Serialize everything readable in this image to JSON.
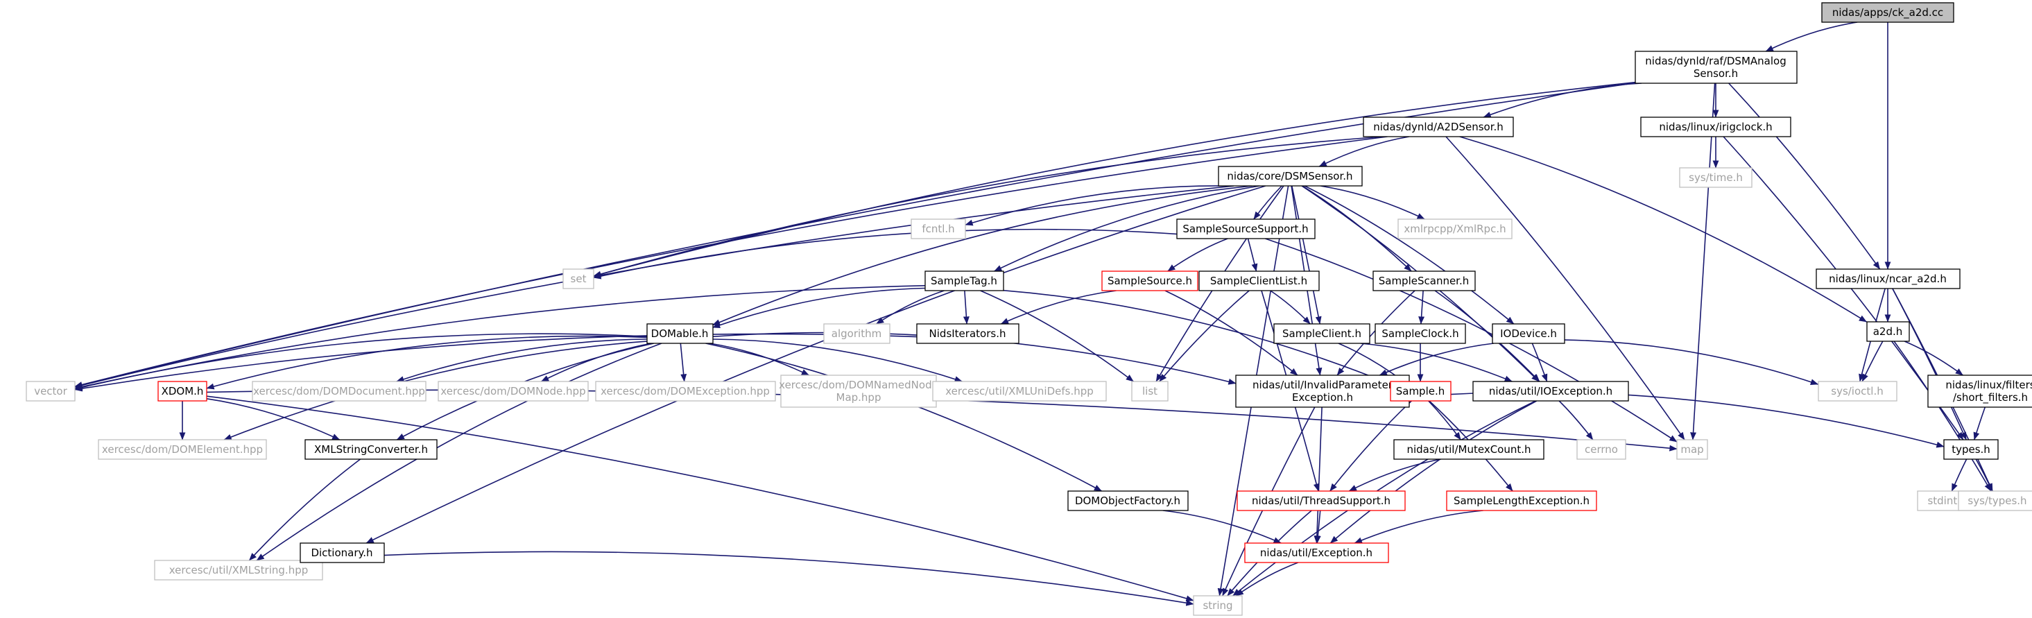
{
  "diagram": {
    "title": "",
    "colors": {
      "edge": "#191970",
      "box_normal": "#000000",
      "box_missing": "#bfbfbf",
      "box_red": "#ff0000",
      "root_fill": "#bfbfbf",
      "text_gray": "#a0a0a0"
    },
    "nodes": [
      {
        "id": "root",
        "lines": [
          "nidas/apps/ck_a2d.cc"
        ],
        "style": "root"
      },
      {
        "id": "dsmanalog",
        "lines": [
          "nidas/dynld/raf/DSMAnalog",
          "Sensor.h"
        ],
        "style": "normal"
      },
      {
        "id": "irigclock",
        "lines": [
          "nidas/linux/irigclock.h"
        ],
        "style": "normal"
      },
      {
        "id": "ncar_a2d",
        "lines": [
          "nidas/linux/ncar_a2d.h"
        ],
        "style": "normal"
      },
      {
        "id": "a2dsensor",
        "lines": [
          "nidas/dynld/A2DSensor.h"
        ],
        "style": "normal"
      },
      {
        "id": "systime",
        "lines": [
          "sys/time.h"
        ],
        "style": "missing"
      },
      {
        "id": "dsmsensor",
        "lines": [
          "nidas/core/DSMSensor.h"
        ],
        "style": "normal"
      },
      {
        "id": "fcntl",
        "lines": [
          "fcntl.h"
        ],
        "style": "missing"
      },
      {
        "id": "xmlrpc",
        "lines": [
          "xmlrpcpp/XmlRpc.h"
        ],
        "style": "missing"
      },
      {
        "id": "sss",
        "lines": [
          "SampleSourceSupport.h"
        ],
        "style": "normal"
      },
      {
        "id": "set",
        "lines": [
          "set"
        ],
        "style": "missing"
      },
      {
        "id": "a2dh",
        "lines": [
          "a2d.h"
        ],
        "style": "normal"
      },
      {
        "id": "sampletag",
        "lines": [
          "SampleTag.h"
        ],
        "style": "normal"
      },
      {
        "id": "samplesource",
        "lines": [
          "SampleSource.h"
        ],
        "style": "red"
      },
      {
        "id": "scl",
        "lines": [
          "SampleClientList.h"
        ],
        "style": "normal"
      },
      {
        "id": "scanner",
        "lines": [
          "SampleScanner.h"
        ],
        "style": "normal"
      },
      {
        "id": "algorithm",
        "lines": [
          "algorithm"
        ],
        "style": "missing"
      },
      {
        "id": "nidsiter",
        "lines": [
          "NidsIterators.h"
        ],
        "style": "normal"
      },
      {
        "id": "sampleclient",
        "lines": [
          "SampleClient.h"
        ],
        "style": "normal"
      },
      {
        "id": "sampleclock",
        "lines": [
          "SampleClock.h"
        ],
        "style": "normal"
      },
      {
        "id": "iodevice",
        "lines": [
          "IODevice.h"
        ],
        "style": "normal"
      },
      {
        "id": "domable",
        "lines": [
          "DOMable.h"
        ],
        "style": "normal"
      },
      {
        "id": "vector",
        "lines": [
          "vector"
        ],
        "style": "missing"
      },
      {
        "id": "xdom",
        "lines": [
          "XDOM.h"
        ],
        "style": "red"
      },
      {
        "id": "domdoc",
        "lines": [
          "xercesc/dom/DOMDocument.hpp"
        ],
        "style": "missing"
      },
      {
        "id": "domnode",
        "lines": [
          "xercesc/dom/DOMNode.hpp"
        ],
        "style": "missing"
      },
      {
        "id": "domexc",
        "lines": [
          "xercesc/dom/DOMException.hpp"
        ],
        "style": "missing"
      },
      {
        "id": "domnnm",
        "lines": [
          "xercesc/dom/DOMNamedNode",
          "Map.hpp"
        ],
        "style": "missing"
      },
      {
        "id": "xmluni",
        "lines": [
          "xercesc/util/XMLUniDefs.hpp"
        ],
        "style": "missing"
      },
      {
        "id": "list",
        "lines": [
          "list"
        ],
        "style": "missing"
      },
      {
        "id": "invparam",
        "lines": [
          "nidas/util/InvalidParameter",
          "Exception.h"
        ],
        "style": "normal"
      },
      {
        "id": "sampleh",
        "lines": [
          "Sample.h"
        ],
        "style": "red"
      },
      {
        "id": "ioexc",
        "lines": [
          "nidas/util/IOException.h"
        ],
        "style": "normal"
      },
      {
        "id": "sysioctl",
        "lines": [
          "sys/ioctl.h"
        ],
        "style": "missing"
      },
      {
        "id": "shortfilt",
        "lines": [
          "nidas/linux/filters",
          "/short_filters.h"
        ],
        "style": "normal"
      },
      {
        "id": "domelem",
        "lines": [
          "xercesc/dom/DOMElement.hpp"
        ],
        "style": "missing"
      },
      {
        "id": "xmlsc",
        "lines": [
          "XMLStringConverter.h"
        ],
        "style": "normal"
      },
      {
        "id": "map",
        "lines": [
          "map"
        ],
        "style": "missing"
      },
      {
        "id": "cerrno",
        "lines": [
          "cerrno"
        ],
        "style": "missing"
      },
      {
        "id": "mutex",
        "lines": [
          "nidas/util/MutexCount.h"
        ],
        "style": "normal"
      },
      {
        "id": "typesh",
        "lines": [
          "types.h"
        ],
        "style": "normal"
      },
      {
        "id": "xmlstring",
        "lines": [
          "xercesc/util/XMLString.hpp"
        ],
        "style": "missing"
      },
      {
        "id": "domobjf",
        "lines": [
          "DOMObjectFactory.h"
        ],
        "style": "normal"
      },
      {
        "id": "threadsup",
        "lines": [
          "nidas/util/ThreadSupport.h"
        ],
        "style": "red"
      },
      {
        "id": "slexc",
        "lines": [
          "SampleLengthException.h"
        ],
        "style": "red"
      },
      {
        "id": "stdint",
        "lines": [
          "stdint.h"
        ],
        "style": "missing"
      },
      {
        "id": "systypes",
        "lines": [
          "sys/types.h"
        ],
        "style": "missing"
      },
      {
        "id": "dictionary",
        "lines": [
          "Dictionary.h"
        ],
        "style": "normal"
      },
      {
        "id": "exception",
        "lines": [
          "nidas/util/Exception.h"
        ],
        "style": "red"
      },
      {
        "id": "string",
        "lines": [
          "string"
        ],
        "style": "missing"
      }
    ],
    "edges": [
      [
        "root",
        "dsmanalog"
      ],
      [
        "root",
        "ncar_a2d"
      ],
      [
        "dsmanalog",
        "a2dsensor"
      ],
      [
        "dsmanalog",
        "irigclock"
      ],
      [
        "dsmanalog",
        "ncar_a2d"
      ],
      [
        "dsmanalog",
        "vector"
      ],
      [
        "dsmanalog",
        "set"
      ],
      [
        "dsmanalog",
        "map"
      ],
      [
        "irigclock",
        "systime"
      ],
      [
        "irigclock",
        "typesh"
      ],
      [
        "a2dsensor",
        "dsmsensor"
      ],
      [
        "a2dsensor",
        "vector"
      ],
      [
        "a2dsensor",
        "set"
      ],
      [
        "a2dsensor",
        "map"
      ],
      [
        "a2dsensor",
        "a2dh"
      ],
      [
        "ncar_a2d",
        "a2dh"
      ],
      [
        "ncar_a2d",
        "sysioctl"
      ],
      [
        "ncar_a2d",
        "typesh"
      ],
      [
        "ncar_a2d",
        "systypes"
      ],
      [
        "a2dh",
        "sysioctl"
      ],
      [
        "a2dh",
        "shortfilt"
      ],
      [
        "a2dh",
        "systypes"
      ],
      [
        "shortfilt",
        "typesh"
      ],
      [
        "typesh",
        "stdint"
      ],
      [
        "typesh",
        "systypes"
      ],
      [
        "dsmsensor",
        "fcntl"
      ],
      [
        "dsmsensor",
        "xmlrpc"
      ],
      [
        "dsmsensor",
        "sss"
      ],
      [
        "dsmsensor",
        "sampletag"
      ],
      [
        "dsmsensor",
        "scanner"
      ],
      [
        "dsmsensor",
        "sampleclient"
      ],
      [
        "dsmsensor",
        "iodevice"
      ],
      [
        "dsmsensor",
        "domable"
      ],
      [
        "dsmsensor",
        "list"
      ],
      [
        "dsmsensor",
        "invparam"
      ],
      [
        "dsmsensor",
        "ioexc"
      ],
      [
        "dsmsensor",
        "string"
      ],
      [
        "dsmsensor",
        "vector"
      ],
      [
        "dsmsensor",
        "dictionary"
      ],
      [
        "sss",
        "samplesource"
      ],
      [
        "sss",
        "scl"
      ],
      [
        "sss",
        "set"
      ],
      [
        "sss",
        "map"
      ],
      [
        "sampletag",
        "domable"
      ],
      [
        "sampletag",
        "algorithm"
      ],
      [
        "sampletag",
        "nidsiter"
      ],
      [
        "sampletag",
        "list"
      ],
      [
        "sampletag",
        "sampleh"
      ],
      [
        "sampletag",
        "vector"
      ],
      [
        "samplesource",
        "nidsiter"
      ],
      [
        "samplesource",
        "invparam"
      ],
      [
        "scl",
        "sampleclient"
      ],
      [
        "scl",
        "list"
      ],
      [
        "scl",
        "threadsup"
      ],
      [
        "scanner",
        "sampleclock"
      ],
      [
        "scanner",
        "invparam"
      ],
      [
        "scanner",
        "ioexc"
      ],
      [
        "nidsiter",
        "vector"
      ],
      [
        "sampleclient",
        "sampleh"
      ],
      [
        "sampleclient",
        "ioexc"
      ],
      [
        "sampleclock",
        "sampleh"
      ],
      [
        "iodevice",
        "ioexc"
      ],
      [
        "iodevice",
        "invparam"
      ],
      [
        "iodevice",
        "sysioctl"
      ],
      [
        "domable",
        "vector"
      ],
      [
        "domable",
        "xdom"
      ],
      [
        "domable",
        "domdoc"
      ],
      [
        "domable",
        "domnode"
      ],
      [
        "domable",
        "domexc"
      ],
      [
        "domable",
        "domnnm"
      ],
      [
        "domable",
        "xmluni"
      ],
      [
        "domable",
        "invparam"
      ],
      [
        "domable",
        "domobjf"
      ],
      [
        "domable",
        "xmlsc"
      ],
      [
        "domable",
        "domelem"
      ],
      [
        "domable",
        "xmlstring"
      ],
      [
        "xdom",
        "domelem"
      ],
      [
        "xdom",
        "xmlsc"
      ],
      [
        "xdom",
        "map"
      ],
      [
        "xdom",
        "string"
      ],
      [
        "xmlsc",
        "xmlstring"
      ],
      [
        "invparam",
        "exception"
      ],
      [
        "invparam",
        "string"
      ],
      [
        "sampleh",
        "mutex"
      ],
      [
        "sampleh",
        "threadsup"
      ],
      [
        "sampleh",
        "slexc"
      ],
      [
        "sampleh",
        "typesh"
      ],
      [
        "ioexc",
        "cerrno"
      ],
      [
        "ioexc",
        "exception"
      ],
      [
        "ioexc",
        "string"
      ],
      [
        "mutex",
        "threadsup"
      ],
      [
        "threadsup",
        "exception"
      ],
      [
        "threadsup",
        "string"
      ],
      [
        "slexc",
        "exception"
      ],
      [
        "domobjf",
        "exception"
      ],
      [
        "exception",
        "string"
      ],
      [
        "dictionary",
        "string"
      ]
    ]
  }
}
